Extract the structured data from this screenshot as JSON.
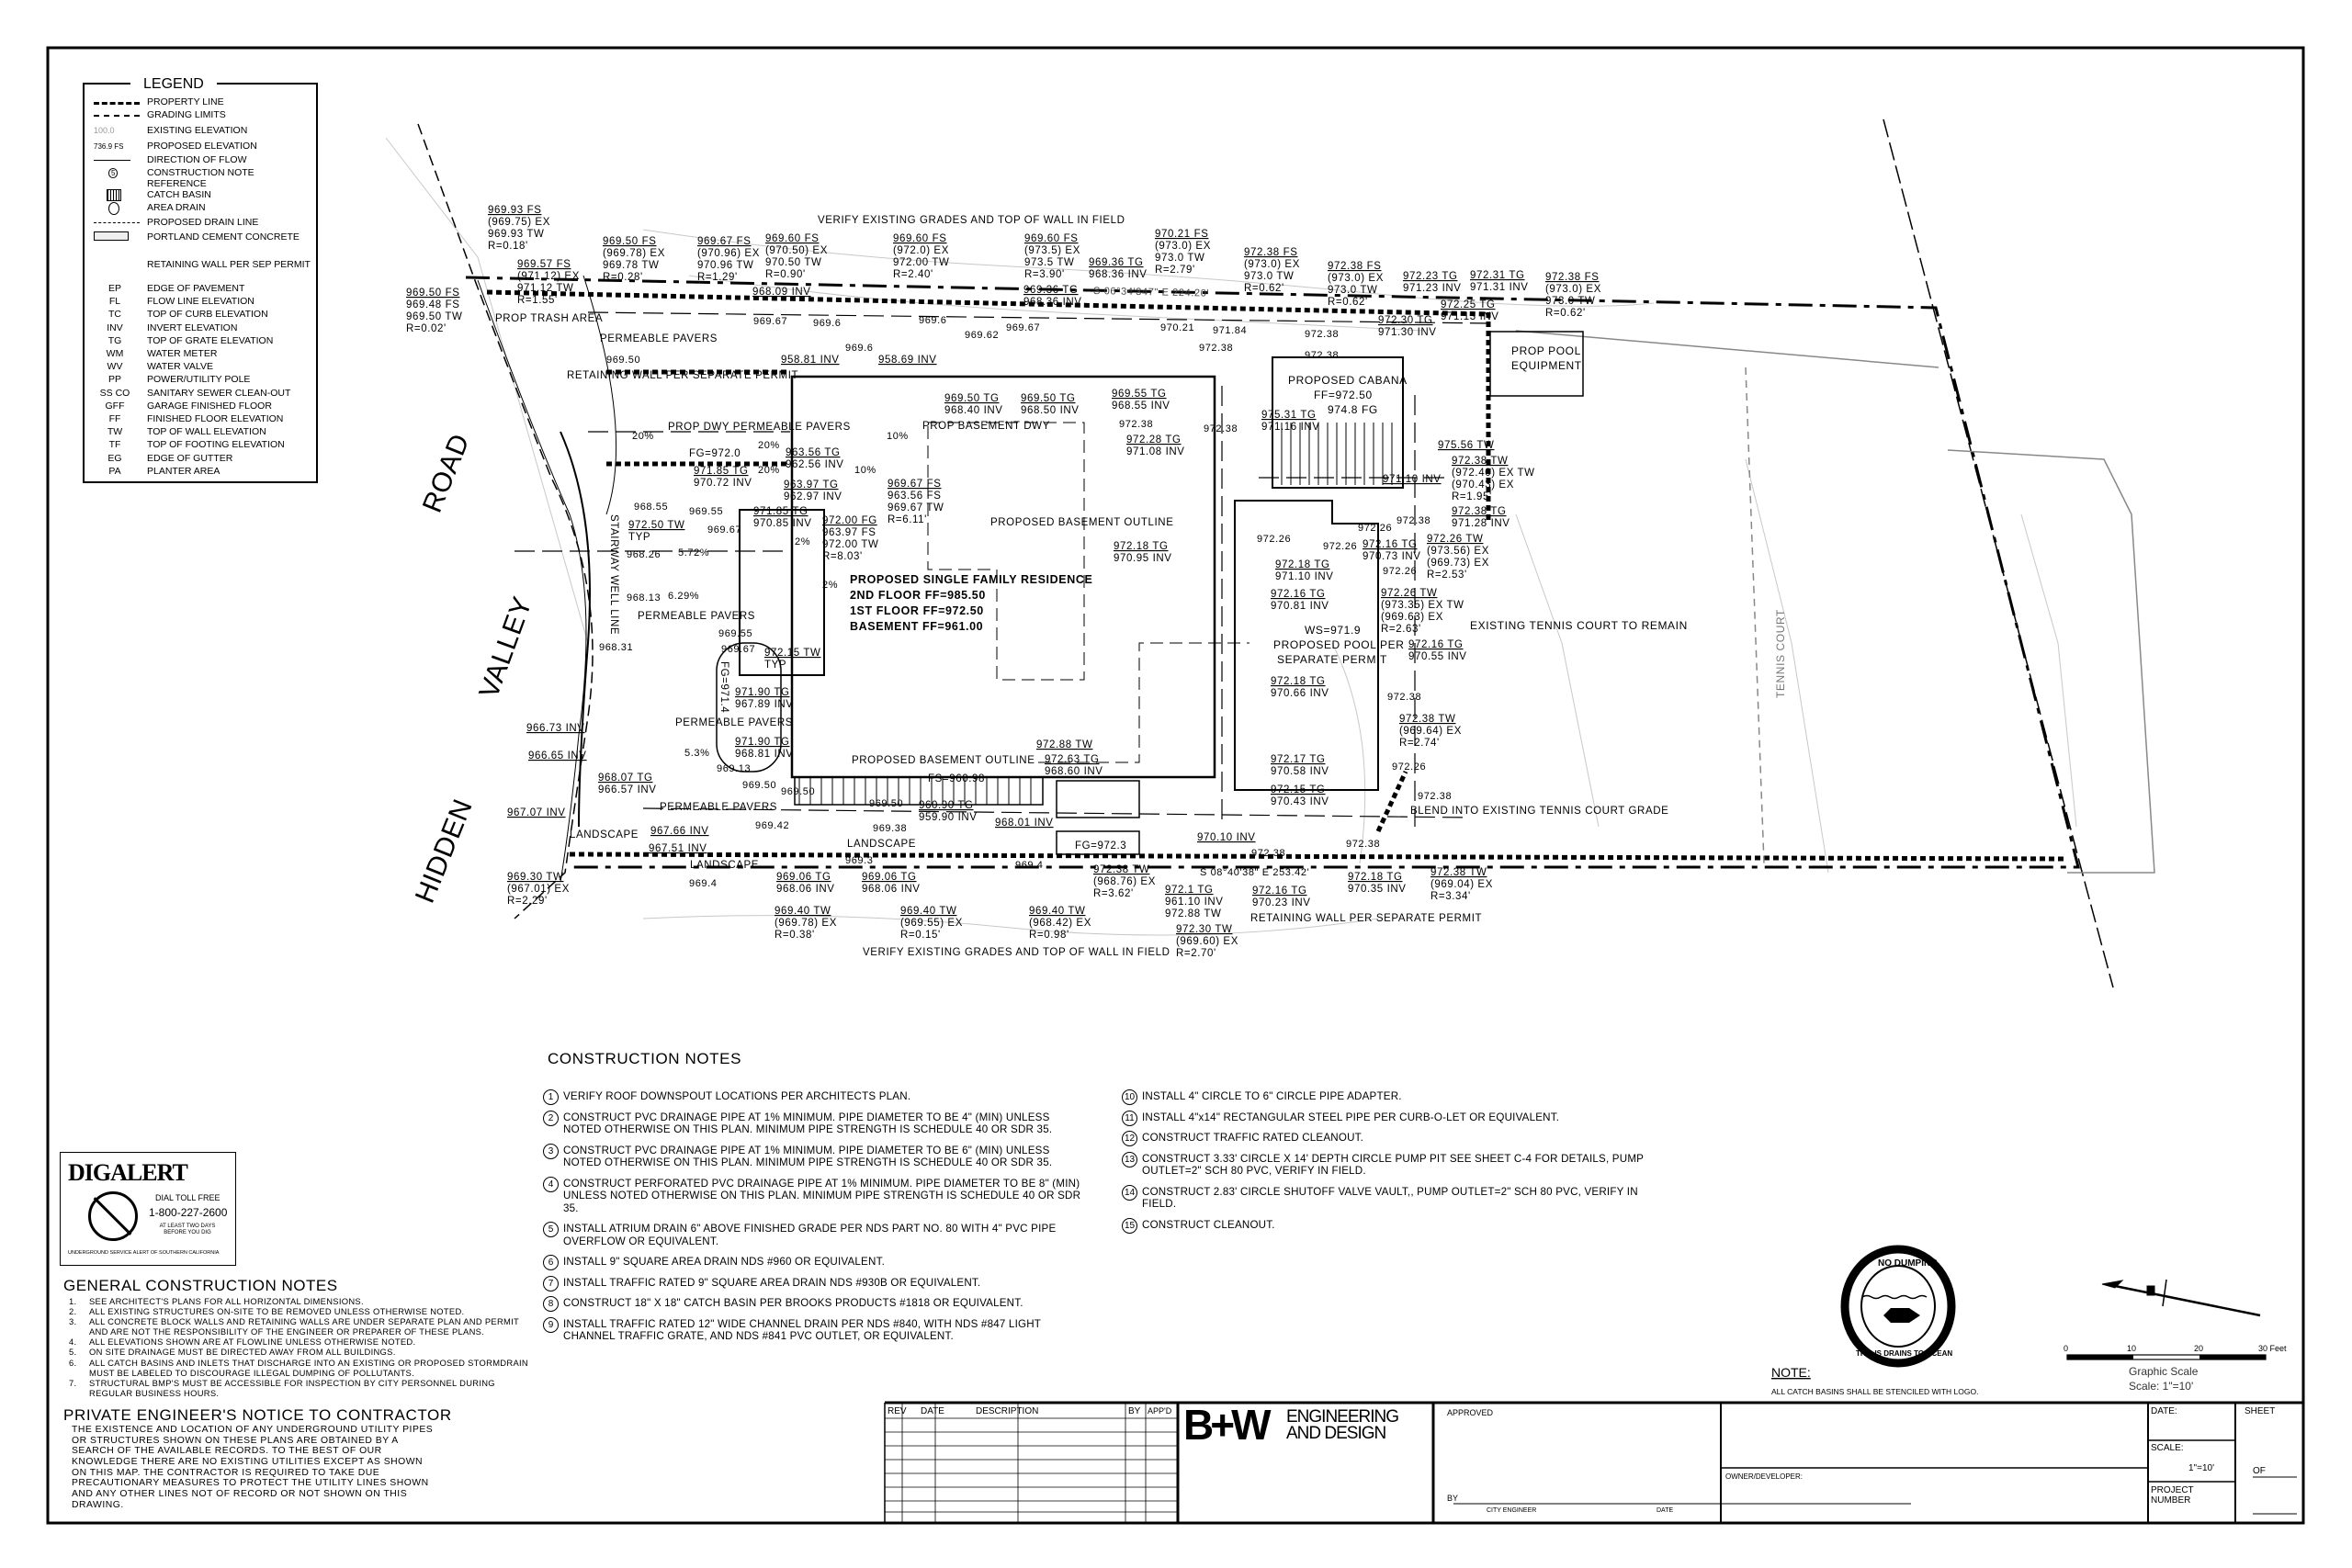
{
  "legend": {
    "title": "LEGEND",
    "symbols": [
      {
        "icon": "property-line-symbol",
        "label": "PROPERTY LINE"
      },
      {
        "icon": "grading-limits-symbol",
        "label": "GRADING LIMITS"
      },
      {
        "icon": "existing-elevation-symbol",
        "sample": "100.0",
        "label": "EXISTING ELEVATION"
      },
      {
        "icon": "proposed-elevation-symbol",
        "sample": "736.9",
        "sample_sub": "FS",
        "label": "PROPOSED ELEVATION"
      },
      {
        "icon": "flow-arrow-symbol",
        "label": "DIRECTION OF FLOW"
      },
      {
        "icon": "note-reference-symbol",
        "sample": "5",
        "label": "CONSTRUCTION NOTE",
        "label2": "REFERENCE"
      },
      {
        "icon": "catch-basin-symbol",
        "label": "CATCH BASIN"
      },
      {
        "icon": "area-drain-symbol",
        "label": "AREA DRAIN"
      },
      {
        "icon": "drain-line-symbol",
        "label": "PROPOSED DRAIN LINE"
      },
      {
        "icon": "concrete-symbol",
        "label": "PORTLAND CEMENT CONCRETE"
      },
      {
        "icon": "retaining-wall-symbol",
        "label": "RETAINING WALL PER SEP PERMIT"
      }
    ],
    "abbreviations": [
      {
        "abbr": "EP",
        "label": "EDGE OF PAVEMENT"
      },
      {
        "abbr": "FL",
        "label": "FLOW LINE ELEVATION"
      },
      {
        "abbr": "TC",
        "label": "TOP OF CURB ELEVATION"
      },
      {
        "abbr": "INV",
        "label": "INVERT ELEVATION"
      },
      {
        "abbr": "TG",
        "label": "TOP OF GRATE ELEVATION"
      },
      {
        "abbr": "WM",
        "label": "WATER METER"
      },
      {
        "abbr": "WV",
        "label": "WATER VALVE"
      },
      {
        "abbr": "PP",
        "label": "POWER/UTILITY POLE"
      },
      {
        "abbr": "SS CO",
        "label": "SANITARY SEWER CLEAN-OUT"
      },
      {
        "abbr": "GFF",
        "label": "GARAGE FINISHED FLOOR"
      },
      {
        "abbr": "FF",
        "label": "FINISHED FLOOR ELEVATION"
      },
      {
        "abbr": "TW",
        "label": "TOP OF WALL ELEVATION"
      },
      {
        "abbr": "TF",
        "label": "TOP OF FOOTING ELEVATION"
      },
      {
        "abbr": "EG",
        "label": "EDGE OF GUTTER"
      },
      {
        "abbr": "PA",
        "label": "PLANTER AREA"
      }
    ]
  },
  "plan": {
    "road": [
      "HIDDEN",
      "VALLEY",
      "ROAD"
    ],
    "verify_top": "VERIFY EXISTING GRADES AND TOP OF WALL IN FIELD",
    "verify_bottom": "VERIFY EXISTING GRADES AND TOP OF WALL IN FIELD",
    "bearing_top": "S 06°34'347\" E 224.20'",
    "bearing_bottom": "S 08°40'38\" E 253.42'",
    "residence": [
      "PROPOSED SINGLE FAMILY RESIDENCE",
      "2ND FLOOR FF=985.50",
      "1ST FLOOR FF=972.50",
      "BASEMENT FF=961.00"
    ],
    "cabana": [
      "PROPOSED CABANA",
      "FF=972.50",
      "974.8 FG"
    ],
    "pool_equipment": [
      "PROP POOL",
      "EQUIPMENT"
    ],
    "pool": [
      "WS=971.9",
      "PROPOSED POOL PER",
      "SEPARATE PERMIT"
    ],
    "tennis_remain": "EXISTING TENNIS COURT TO REMAIN",
    "tennis_court": "TENNIS COURT",
    "blend": "BLEND INTO EXISTING TENNIS COURT GRADE",
    "areas": [
      "PROP TRASH AREA",
      "PERMEABLE PAVERS",
      "RETAINING WALL PER SEPARATE PERMIT",
      "PROP DWY PERMEABLE PAVERS",
      "PROP BASEMENT DWY",
      "PROPOSED BASEMENT OUTLINE",
      "PERMEABLE PAVERS",
      "PROPOSED BASEMENT OUTLINE",
      "PERMEABLE PAVERS",
      "LANDSCAPE",
      "LANDSCAPE",
      "RETAINING WALL PER SEPARATE PERMIT",
      "LANDSCAPE",
      "PERMEABLE PAVERS",
      "STAIRWAY WELL LINE",
      "FS=960.98",
      "FG=972.0",
      "FG=971.4",
      "FG=972.3"
    ],
    "callouts": [
      [
        "969.93 FS",
        "(969.75) EX",
        "969.93 TW",
        "R=0.18'"
      ],
      [
        "969.57 FS",
        "(971.12) EX",
        "971.12 TW",
        "R=1.55'"
      ],
      [
        "969.50 FS",
        "(969.78) EX",
        "969.78 TW",
        "R=0.28'"
      ],
      [
        "969.67 FS",
        "(970.96) EX",
        "970.96 TW",
        "R=1.29'"
      ],
      [
        "969.60 FS",
        "(970.50) EX",
        "970.50 TW",
        "R=0.90'"
      ],
      [
        "969.60 FS",
        "(972.0) EX",
        "972.00 TW",
        "R=2.40'"
      ],
      [
        "969.60 FS",
        "(973.5) EX",
        "973.5 TW",
        "R=3.90'"
      ],
      [
        "970.21 FS",
        "(973.0) EX",
        "973.0 TW",
        "R=2.79'"
      ],
      [
        "972.38 FS",
        "(973.0) EX",
        "973.0 TW",
        "R=0.62'"
      ],
      [
        "972.38 FS",
        "(973.0) EX",
        "973.0 TW",
        "R=0.62'"
      ],
      [
        "972.23 TG",
        "971.23 INV"
      ],
      [
        "972.25 TG",
        "971.13 INV"
      ],
      [
        "972.38 FS",
        "(973.0) EX",
        "973.0 TW",
        "R=0.62'"
      ],
      [
        "969.50 FS",
        "969.48 FS",
        "969.50 TW",
        "R=0.02'"
      ],
      [
        "968.09 INV"
      ],
      [
        "969.36 TG",
        "968.36 INV"
      ],
      [
        "969.36 TG",
        "968.36 INV"
      ],
      [
        "958.81 INV"
      ],
      [
        "958.69 INV"
      ],
      [
        "963.56 TG",
        "962.56 INV"
      ],
      [
        "963.97 TG",
        "962.97 INV"
      ],
      [
        "971.85 TG",
        "970.72 INV"
      ],
      [
        "969.50 TG",
        "968.40 INV"
      ],
      [
        "969.50 TG",
        "968.50 INV"
      ],
      [
        "969.55 TG",
        "968.55 INV"
      ],
      [
        "972.28 TG",
        "971.08 INV"
      ],
      [
        "969.67 FS",
        "963.56 FS",
        "969.67 TW",
        "R=6.11'"
      ],
      [
        "972.00 FG",
        "963.97 FS",
        "972.00 TW",
        "R=8.03'"
      ],
      [
        "971.85 TG",
        "970.85 INV"
      ],
      [
        "972.50 TW",
        "TYP"
      ],
      [
        "972.15 TW",
        "TYP"
      ],
      [
        "971.90 TG",
        "967.89 INV"
      ],
      [
        "971.90 TG",
        "968.81 INV"
      ],
      [
        "972.18 TG",
        "970.95 INV"
      ],
      [
        "972.18 TG",
        "971.10 INV"
      ],
      [
        "972.16 TG",
        "970.81 INV"
      ],
      [
        "972.18 TG",
        "970.66 INV"
      ],
      [
        "972.17 TG",
        "970.58 INV"
      ],
      [
        "972.15 TG",
        "970.43 INV"
      ],
      [
        "972.88 TW"
      ],
      [
        "972.63 TG",
        "968.60 INV"
      ],
      [
        "968.07 TG",
        "966.57 INV"
      ],
      [
        "960.90 TG",
        "959.90 INV"
      ],
      [
        "968.01 INV"
      ],
      [
        "967.66 INV"
      ],
      [
        "967.51 INV"
      ],
      [
        "966.73 INV"
      ],
      [
        "966.65 INV"
      ],
      [
        "967.07 INV"
      ],
      [
        "970.10 INV"
      ],
      [
        "972.38 TW",
        "(972.40) EX TW",
        "(970.43) EX",
        "R=1.95'"
      ],
      [
        "972.38 TG",
        "971.28 INV"
      ],
      [
        "972.26 TW",
        "(973.56) EX",
        "(969.73) EX",
        "R=2.53'"
      ],
      [
        "972.16 TG",
        "970.73 INV"
      ],
      [
        "972.26 TW",
        "(973.35) EX TW",
        "(969.63) EX",
        "R=2.63'"
      ],
      [
        "972.16 TG",
        "970.55 INV"
      ],
      [
        "972.38 TW",
        "(969.64) EX",
        "R=2.74'"
      ],
      [
        "969.30 TW",
        "(967.01) EX",
        "R=2.29'"
      ],
      [
        "969.06 TG",
        "968.06 INV"
      ],
      [
        "969.06 TG",
        "968.06 INV"
      ],
      [
        "969.40 TW",
        "(969.78) EX",
        "R=0.38'"
      ],
      [
        "969.40 TW",
        "(969.55) EX",
        "R=0.15'"
      ],
      [
        "969.40 TW",
        "(968.42) EX",
        "R=0.98'"
      ],
      [
        "972.1 TG",
        "961.10 INV",
        "972.88 TW"
      ],
      [
        "972.30 TW",
        "(969.60) EX",
        "R=2.70'"
      ],
      [
        "972.38 TW",
        "(968.76) EX",
        "R=3.62'"
      ],
      [
        "972.16 TG",
        "970.23 INV"
      ],
      [
        "972.18 TG",
        "970.35 INV"
      ],
      [
        "972.38 TW",
        "(969.04) EX",
        "R=3.34'"
      ],
      [
        "972.30 TG",
        "971.30 INV"
      ],
      [
        "972.31 TG",
        "971.31 INV"
      ],
      [
        "975.31 TG",
        "971.16 INV"
      ],
      [
        "975.56 TW"
      ],
      [
        "971.10 INV"
      ]
    ],
    "spots": [
      "969.50",
      "969.67",
      "969.6",
      "969.6",
      "969.6",
      "969.62",
      "969.67",
      "972.38",
      "972.38",
      "972.38",
      "972.38",
      "972.38",
      "972.38",
      "972.38",
      "972.26",
      "972.26",
      "972.26",
      "972.26",
      "972.38",
      "968.55",
      "969.55",
      "969.67",
      "968.26",
      "968.13",
      "968.31",
      "969.55",
      "969.67",
      "969.13",
      "969.50",
      "969.42",
      "969.50",
      "969.50",
      "969.38",
      "969.4",
      "969.3",
      "969.4",
      "972.38",
      "972.38",
      "5.72%",
      "6.29%",
      "20%",
      "20%",
      "10%",
      "20%",
      "10%",
      "2%",
      "2%",
      "5.3%",
      "970.21",
      "971.84",
      "972.26"
    ]
  },
  "construction_notes": {
    "title": "CONSTRUCTION NOTES",
    "items": [
      {
        "num": "1",
        "text": "VERIFY ROOF DOWNSPOUT LOCATIONS PER ARCHITECTS PLAN."
      },
      {
        "num": "2",
        "text": "CONSTRUCT PVC DRAINAGE PIPE AT 1% MINIMUM. PIPE DIAMETER TO BE 4\" (MIN) UNLESS NOTED OTHERWISE ON THIS PLAN. MINIMUM PIPE STRENGTH IS SCHEDULE 40 OR SDR 35."
      },
      {
        "num": "3",
        "text": "CONSTRUCT PVC DRAINAGE PIPE AT 1% MINIMUM. PIPE DIAMETER TO BE 6\" (MIN) UNLESS NOTED OTHERWISE ON THIS PLAN. MINIMUM PIPE STRENGTH IS SCHEDULE 40 OR SDR 35."
      },
      {
        "num": "4",
        "text": "CONSTRUCT PERFORATED PVC DRAINAGE PIPE AT 1% MINIMUM. PIPE DIAMETER TO BE 8\" (MIN) UNLESS NOTED OTHERWISE ON THIS PLAN. MINIMUM PIPE STRENGTH IS SCHEDULE 40 OR SDR 35."
      },
      {
        "num": "5",
        "text": "INSTALL ATRIUM DRAIN 6\" ABOVE FINISHED GRADE PER NDS PART NO. 80 WITH 4\" PVC PIPE OVERFLOW OR EQUIVALENT."
      },
      {
        "num": "6",
        "text": "INSTALL 9\" SQUARE AREA DRAIN NDS #960 OR EQUIVALENT."
      },
      {
        "num": "7",
        "text": "INSTALL TRAFFIC RATED 9\" SQUARE AREA DRAIN NDS #930B OR EQUIVALENT."
      },
      {
        "num": "8",
        "text": "CONSTRUCT 18\" X 18\" CATCH BASIN PER BROOKS PRODUCTS #1818 OR EQUIVALENT."
      },
      {
        "num": "9",
        "text": "INSTALL TRAFFIC RATED 12\" WIDE CHANNEL DRAIN PER NDS #840, WITH NDS #847 LIGHT CHANNEL TRAFFIC GRATE, AND NDS #841 PVC OUTLET, OR EQUIVALENT."
      },
      {
        "num": "10",
        "text": "INSTALL 4\" CIRCLE TO 6\" CIRCLE PIPE ADAPTER."
      },
      {
        "num": "11",
        "text": "INSTALL 4\"x14\" RECTANGULAR STEEL PIPE PER CURB-O-LET OR EQUIVALENT."
      },
      {
        "num": "12",
        "text": "CONSTRUCT TRAFFIC RATED CLEANOUT."
      },
      {
        "num": "13",
        "text": "CONSTRUCT 3.33' CIRCLE X 14' DEPTH CIRCLE PUMP PIT SEE SHEET C-4 FOR DETAILS, PUMP OUTLET=2\" SCH 80 PVC, VERIFY IN FIELD."
      },
      {
        "num": "14",
        "text": "CONSTRUCT 2.83' CIRCLE SHUTOFF VALVE VAULT,, PUMP OUTLET=2\" SCH 80 PVC, VERIFY IN FIELD."
      },
      {
        "num": "15",
        "text": "CONSTRUCT CLEANOUT."
      }
    ]
  },
  "digalert": {
    "logo": "DIGALERT",
    "dial": "DIAL TOLL FREE",
    "phone": "1-800-227-2600",
    "advance": "AT LEAST TWO DAYS BEFORE YOU DIG",
    "org": "UNDERGROUND SERVICE ALERT OF SOUTHERN CALIFORNIA"
  },
  "general_notes": {
    "title": "GENERAL CONSTRUCTION NOTES",
    "items": [
      "SEE ARCHITECT'S PLANS FOR ALL HORIZONTAL DIMENSIONS.",
      "ALL EXISTING STRUCTURES ON-SITE TO BE REMOVED UNLESS OTHERWISE NOTED.",
      "ALL CONCRETE BLOCK WALLS AND RETAINING WALLS ARE UNDER SEPARATE PLAN AND PERMIT AND ARE NOT THE RESPONSIBILITY OF THE ENGINEER OR PREPARER OF THESE PLANS.",
      "ALL ELEVATIONS SHOWN ARE AT FLOWLINE UNLESS OTHERWISE NOTED.",
      "ON SITE DRAINAGE MUST BE DIRECTED AWAY FROM ALL BUILDINGS.",
      "ALL CATCH BASINS AND INLETS THAT DISCHARGE INTO AN EXISTING OR PROPOSED STORMDRAIN MUST BE LABELED TO DISCOURAGE ILLEGAL DUMPING OF POLLUTANTS.",
      "STRUCTURAL BMP'S MUST BE ACCESSIBLE FOR INSPECTION BY CITY PERSONNEL DURING REGULAR BUSINESS HOURS."
    ]
  },
  "engineer_notice": {
    "title": "PRIVATE ENGINEER'S NOTICE TO CONTRACTOR",
    "text": "THE EXISTENCE AND LOCATION OF ANY UNDERGROUND UTILITY PIPES OR STRUCTURES SHOWN ON THESE PLANS ARE OBTAINED BY A SEARCH OF THE AVAILABLE RECORDS. TO THE BEST OF OUR KNOWLEDGE THERE ARE NO EXISTING UTILITIES EXCEPT AS SHOWN ON THIS MAP. THE CONTRACTOR IS REQUIRED TO TAKE DUE PRECAUTIONARY MEASURES TO PROTECT THE UTILITY LINES SHOWN AND ANY OTHER LINES NOT OF RECORD OR NOT SHOWN ON THIS DRAWING."
  },
  "stencil": {
    "top": "NO DUMPING",
    "bottom": "THIS IS DRAINS TO OCEAN",
    "note_title": "NOTE:",
    "note_text": "ALL CATCH BASINS SHALL BE STENCILED WITH LOGO."
  },
  "scale_bar": {
    "ticks": [
      "0",
      "10",
      "20",
      "30 Feet"
    ],
    "title": "Graphic Scale",
    "scale": "Scale: 1\"=10'"
  },
  "title_block": {
    "revision_headers": [
      "REV",
      "DATE",
      "DESCRIPTION",
      "BY",
      "APP'D"
    ],
    "firm_logo": "B+W",
    "firm_line1": "ENGINEERING",
    "firm_line2": "AND DESIGN",
    "approved": "APPROVED",
    "by": "BY",
    "city_engineer": "CITY ENGINEER",
    "date_label": "DATE",
    "owner": "OWNER/DEVELOPER:",
    "date": "DATE:",
    "scale_label": "SCALE:",
    "scale_value": "1\"=10'",
    "project_number": "PROJECT NUMBER",
    "sheet": "SHEET",
    "of": "OF"
  }
}
